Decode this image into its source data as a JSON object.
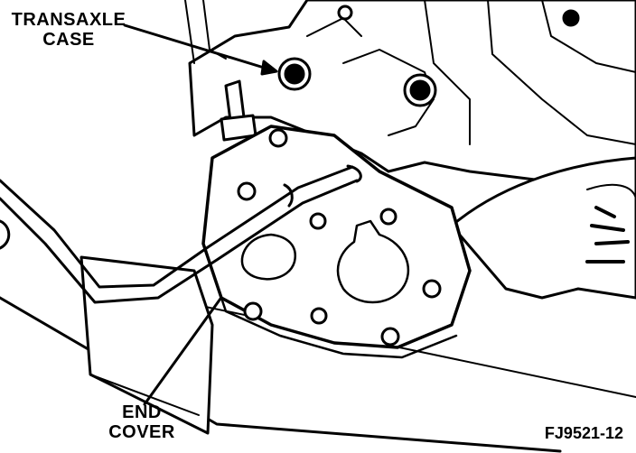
{
  "labels": {
    "transaxle_case": [
      "TRANSAXLE",
      "CASE"
    ],
    "end_cover": [
      "END",
      "COVER"
    ]
  },
  "figure_number": "FJ9521-12"
}
